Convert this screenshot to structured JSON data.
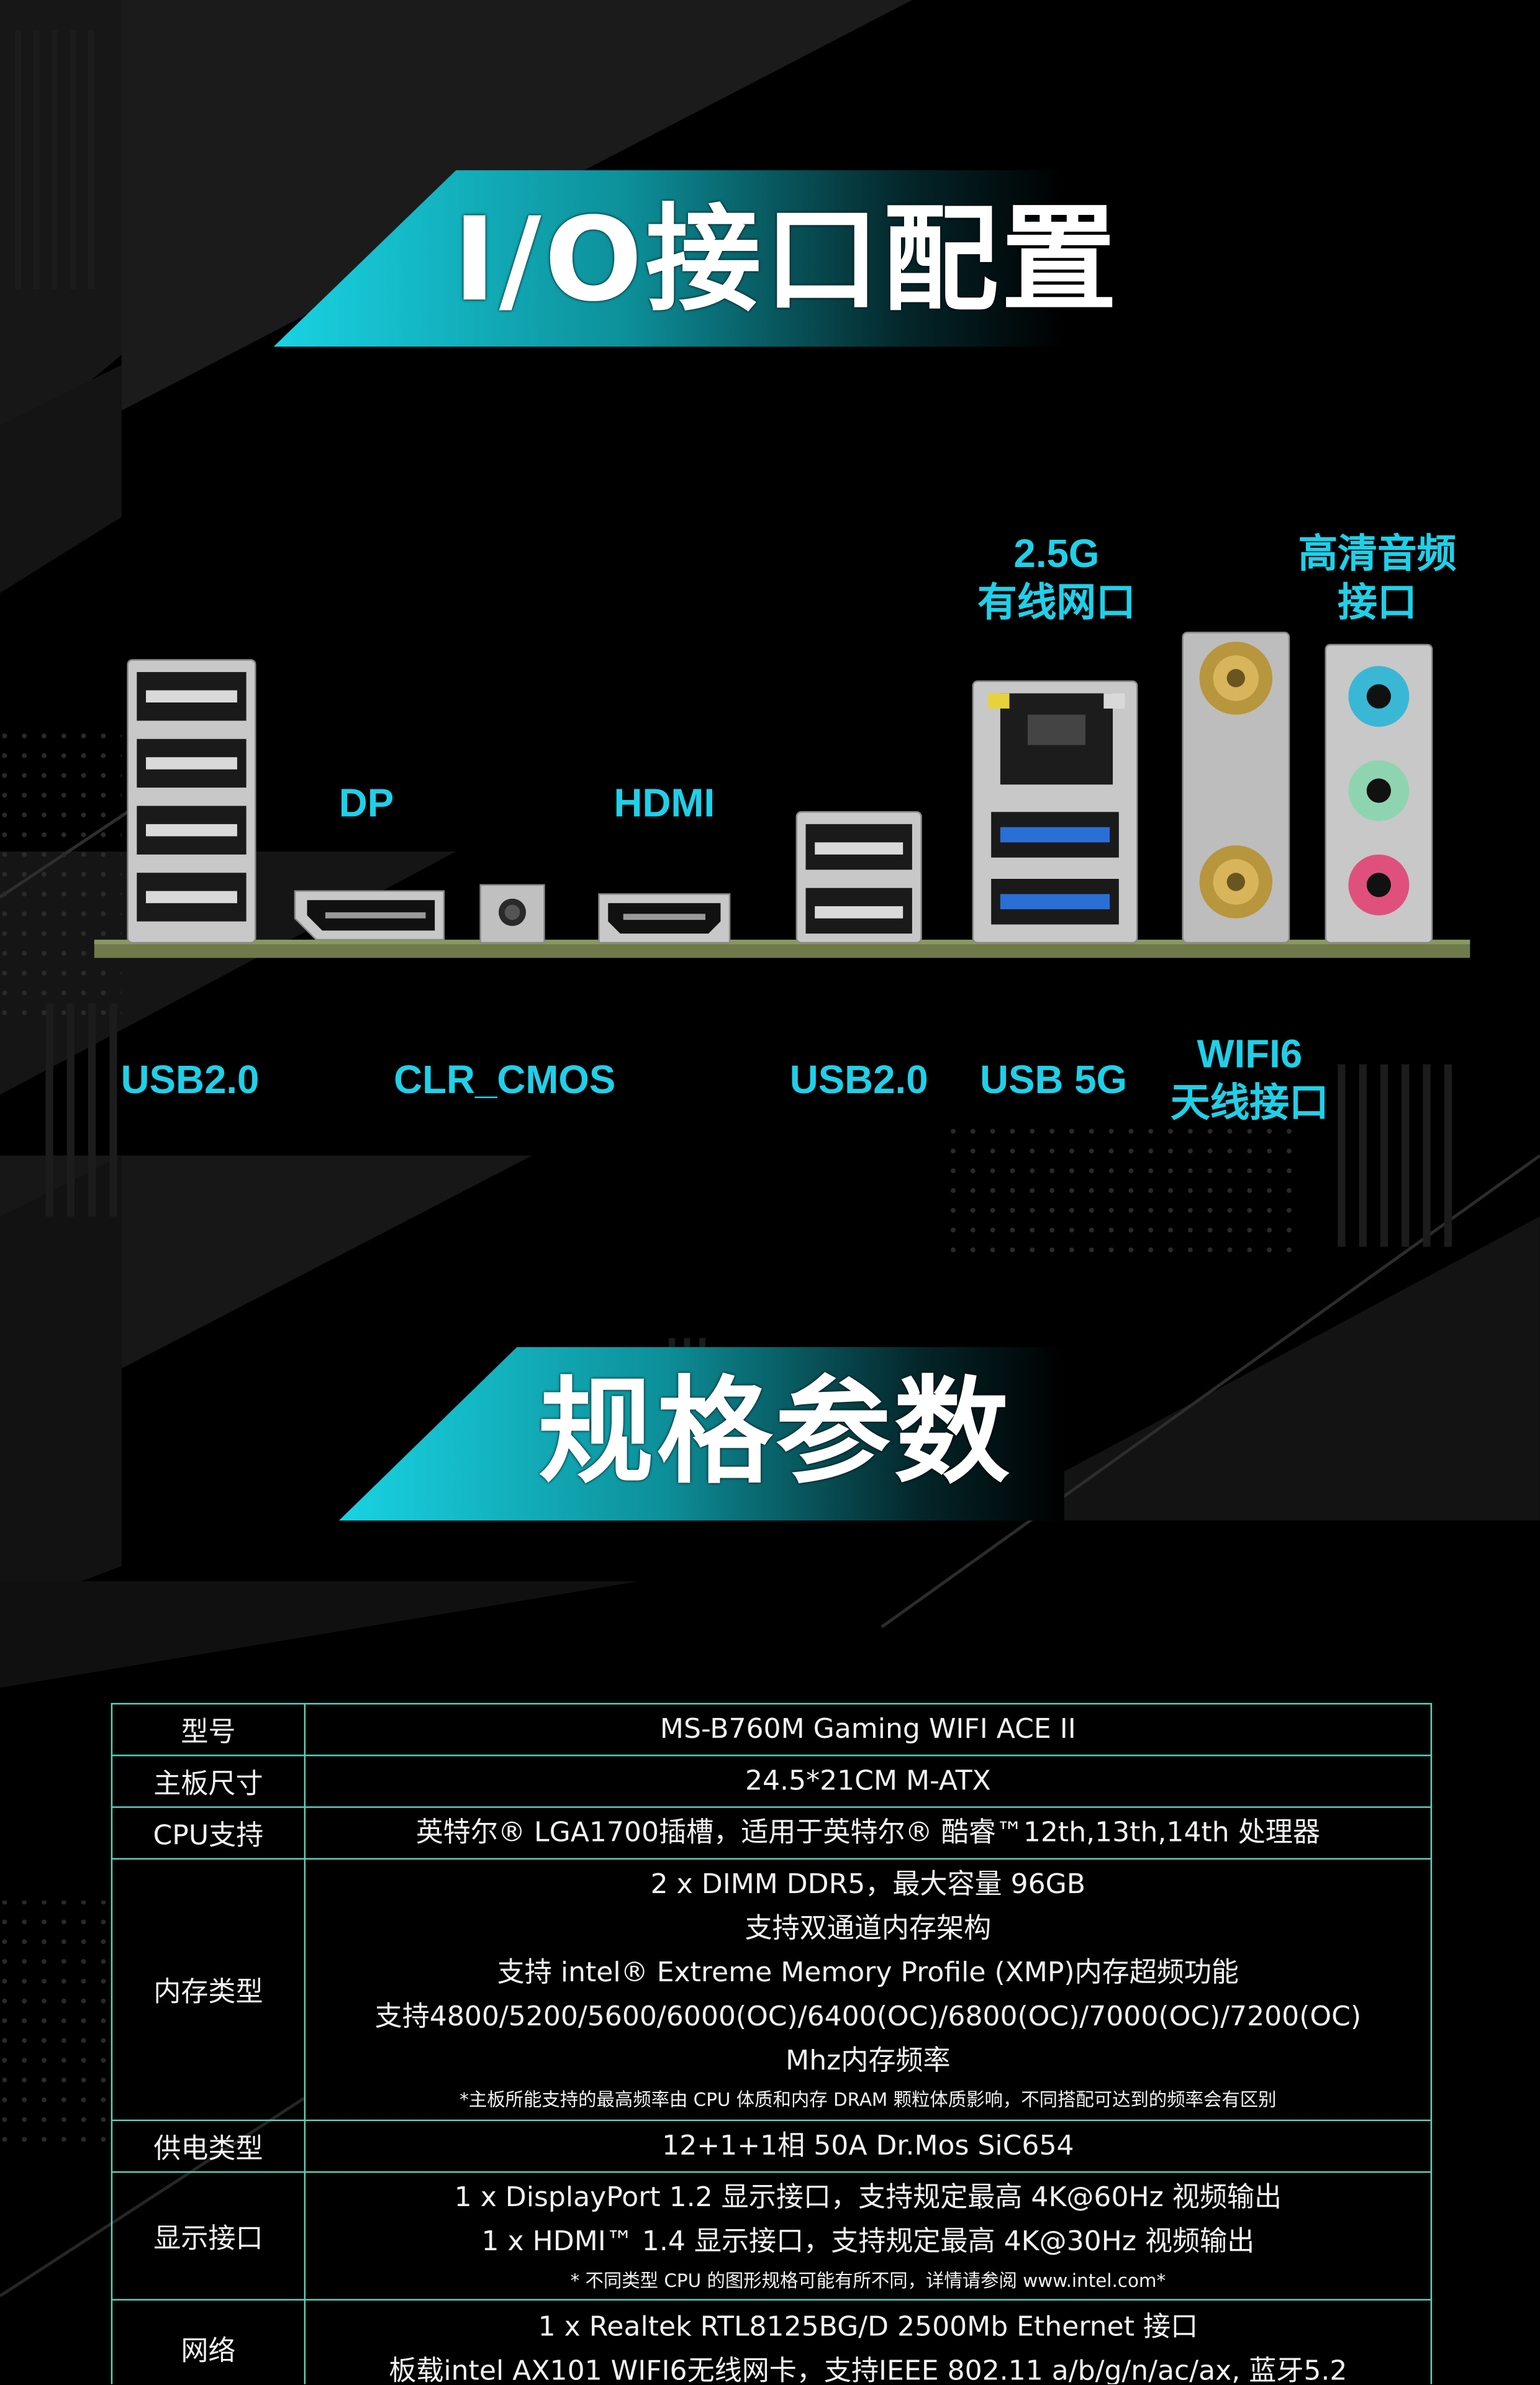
{
  "sections": {
    "io": {
      "title": "I/O接口配置"
    },
    "specs": {
      "title": "规格参数"
    }
  },
  "ports": {
    "top_labels": {
      "dp": "DP",
      "hdmi": "HDMI",
      "lan_line1": "2.5G",
      "lan_line2": "有线网口",
      "audio_line1": "高清音频",
      "audio_line2": "接口"
    },
    "bottom_labels": {
      "usb2_left": "USB2.0",
      "clr_cmos": "CLR_CMOS",
      "usb2_right": "USB2.0",
      "usb5g": "USB 5G",
      "wifi_line1": "WIFI6",
      "wifi_line2": "天线接口"
    }
  },
  "spec_table": {
    "rows": [
      {
        "key": "型号",
        "lines": [
          "MS-B760M Gaming WIFI ACE II"
        ]
      },
      {
        "key": "主板尺寸",
        "lines": [
          "24.5*21CM M-ATX"
        ]
      },
      {
        "key": "CPU支持",
        "lines": [
          "英特尔® LGA1700插槽，适用于英特尔® 酷睿™12th,13th,14th 处理器"
        ]
      },
      {
        "key": "内存类型",
        "lines": [
          "2 x DIMM DDR5，最大容量 96GB",
          "支持双通道内存架构",
          "支持 intel® Extreme Memory Profile (XMP)内存超频功能",
          "支持4800/5200/5600/6000(OC)/6400(OC)/6800(OC)/7000(OC)/7200(OC)",
          "Mhz内存频率"
        ],
        "note": "*主板所能支持的最高频率由 CPU 体质和内存 DRAM 颗粒体质影响，不同搭配可达到的频率会有区别"
      },
      {
        "key": "供电类型",
        "lines": [
          "12+1+1相 50A Dr.Mos SiC654"
        ]
      },
      {
        "key": "显示接口",
        "lines": [
          "1 x DisplayPort 1.2 显示接口，支持规定最高 4K@60Hz 视频输出",
          "1 x HDMI™ 1.4 显示接口，支持规定最高 4K@30Hz 视频输出"
        ],
        "note": "* 不同类型 CPU 的图形规格可能有所不同，详情请参阅 www.intel.com*"
      },
      {
        "key": "网络",
        "lines": [
          "1 x Realtek RTL8125BG/D 2500Mb Ethernet 接口",
          "板载intel AX101 WIFI6无线网卡，支持IEEE 802.11 a/b/g/n/ac/ax, 蓝牙5.2"
        ]
      }
    ]
  },
  "colors": {
    "accent": "#1fd0e8",
    "table_border": "#5fd3bd",
    "background": "#000000",
    "pcb": "#6e7a4a"
  }
}
